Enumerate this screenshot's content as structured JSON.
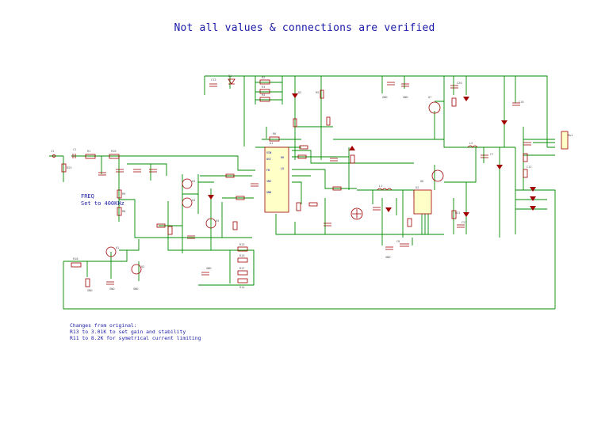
{
  "title": "Not all values & connections are verified",
  "freq_note": {
    "line1": "FREQ",
    "line2": "Set to 400KHz"
  },
  "changes": {
    "heading": "Changes from original:",
    "line1": "R13 to 3.01K to set gain and stability",
    "line2": "R11 to 8.2K for symetrical current limiting"
  },
  "colors": {
    "background": "#ffffff",
    "wire": "#008c00",
    "component": "#a00000",
    "text": "#1a1aa8"
  }
}
